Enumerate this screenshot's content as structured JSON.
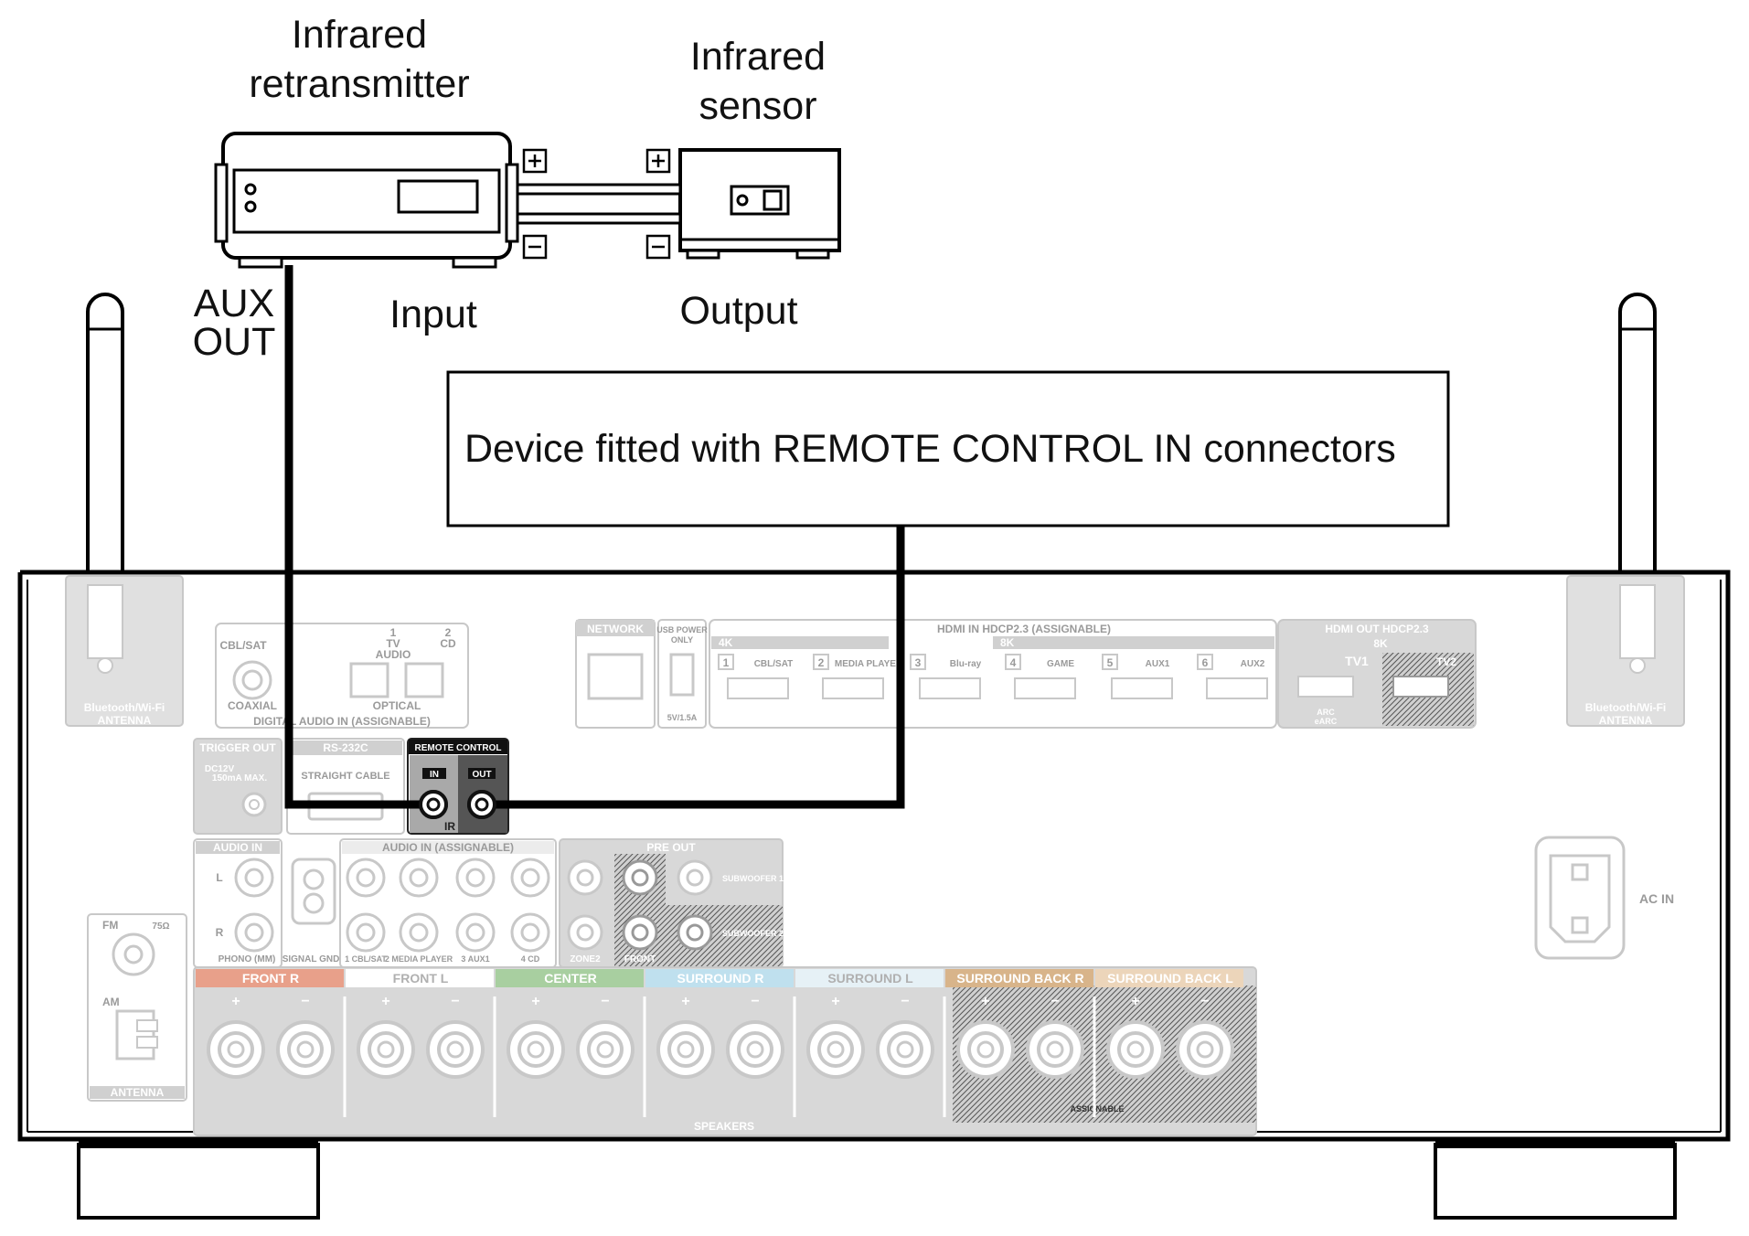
{
  "labels": {
    "retransmitter_line1": "Infrared",
    "retransmitter_line2": "retransmitter",
    "sensor_line1": "Infrared",
    "sensor_line2": "sensor",
    "aux_line1": "AUX",
    "aux_line2": "OUT",
    "input": "Input",
    "output": "Output",
    "device_box": "Device fitted with REMOTE CONTROL IN connectors",
    "plus": "+",
    "minus": "−"
  },
  "receiver": {
    "bt_antenna_label_line1": "Bluetooth/Wi-Fi",
    "bt_antenna_label_line2": "ANTENNA",
    "digital_audio": {
      "cbl_sat": "CBL/SAT",
      "coaxial": "COAXIAL",
      "tv_audio_num": "1",
      "tv_audio": "TV",
      "tv_audio2": "AUDIO",
      "cd_num": "2",
      "cd": "CD",
      "optical": "OPTICAL",
      "footer": "DIGITAL AUDIO  IN  (ASSIGNABLE)"
    },
    "network": "NETWORK",
    "usb_power_line1": "USB POWER",
    "usb_power_line2": "ONLY",
    "usb_rating": "5V/1.5A",
    "hdmi_in_header": "HDMI  IN  HDCP2.3  (ASSIGNABLE)",
    "hdmi_4k": "4K",
    "hdmi_8k": "8K",
    "hdmi_inputs": [
      {
        "num": "1",
        "name": "CBL/SAT"
      },
      {
        "num": "2",
        "name": "MEDIA PLAYER"
      },
      {
        "num": "3",
        "name": "Blu-ray"
      },
      {
        "num": "4",
        "name": "GAME"
      },
      {
        "num": "5",
        "name": "AUX1"
      },
      {
        "num": "6",
        "name": "AUX2"
      }
    ],
    "hdmi_out_header": "HDMI  OUT  HDCP2.3",
    "hdmi_out_8k": "8K",
    "hdmi_out_tv1": "TV1",
    "hdmi_out_tv2": "TV2",
    "arc_line1": "ARC",
    "arc_line2": "eARC",
    "trigger": "TRIGGER  OUT",
    "trigger_spec_line1": "DC12V",
    "trigger_spec_line2": "150mA MAX.",
    "rs232c": "RS-232C",
    "straight_cable": "STRAIGHT CABLE",
    "remote_control": "REMOTE CONTROL",
    "rc_in": "IN",
    "rc_out": "OUT",
    "rc_ir": "IR",
    "audio_in": "AUDIO  IN",
    "audio_in_assignable": "AUDIO  IN  (ASSIGNABLE)",
    "audio_l": "L",
    "audio_r": "R",
    "phono": "PHONO (MM)",
    "signal_gnd": "SIGNAL GND",
    "audio_inputs": [
      "1 CBL/SAT",
      "2 MEDIA PLAYER",
      "3 AUX1",
      "4 CD"
    ],
    "pre_out": "PRE  OUT",
    "zone2": "ZONE2",
    "front": "FRONT",
    "subwoofer1": "SUBWOOFER 1",
    "subwoofer2": "SUBWOOFER 2",
    "fm": "FM",
    "fm_ohm": "75Ω",
    "am": "AM",
    "antenna": "ANTENNA",
    "ac_in": "AC IN",
    "speakers": "SPEAKERS",
    "assignable": "ASSIGNABLE",
    "speaker_groups": [
      {
        "label": "FRONT R",
        "color": "#e8a08a"
      },
      {
        "label": "FRONT L",
        "color": "#ffffff"
      },
      {
        "label": "CENTER",
        "color": "#a8cfa0"
      },
      {
        "label": "SURROUND R",
        "color": "#bfe0ee"
      },
      {
        "label": "SURROUND L",
        "color": "#e6f1f6"
      },
      {
        "label": "SURROUND BACK R",
        "color": "#d8b48a"
      },
      {
        "label": "SURROUND BACK L",
        "color": "#ecd5ba"
      }
    ]
  },
  "colors": {
    "line": "#000000",
    "panel_gray": "#d8d8d8",
    "panel_border": "#c4c4c4",
    "remote_in": "#a9a9a9",
    "remote_out": "#555555"
  }
}
